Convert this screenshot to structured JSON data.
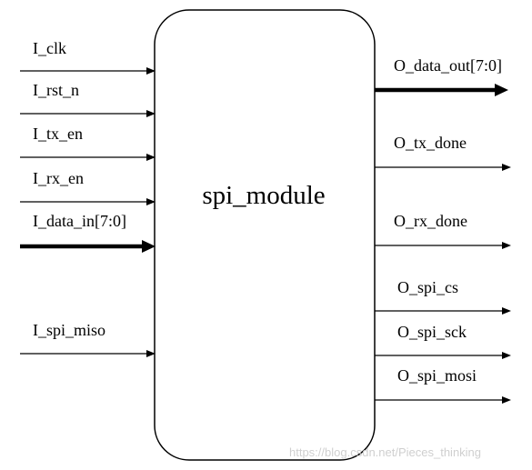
{
  "module": {
    "name": "spi_module"
  },
  "inputs": [
    {
      "label": "I_clk",
      "bus": false
    },
    {
      "label": "I_rst_n",
      "bus": false
    },
    {
      "label": "I_tx_en",
      "bus": false
    },
    {
      "label": "I_rx_en",
      "bus": false
    },
    {
      "label": "I_data_in[7:0]",
      "bus": true
    },
    {
      "label": "I_spi_miso",
      "bus": false
    }
  ],
  "outputs": [
    {
      "label": "O_data_out[7:0]",
      "bus": true
    },
    {
      "label": "O_tx_done",
      "bus": false
    },
    {
      "label": "O_rx_done",
      "bus": false
    },
    {
      "label": "O_spi_cs",
      "bus": false
    },
    {
      "label": "O_spi_sck",
      "bus": false
    },
    {
      "label": "O_spi_mosi",
      "bus": false
    }
  ],
  "watermark": "https://blog.csdn.net/Pieces_thinking",
  "colors": {
    "line": "#000000",
    "box_border": "#000000",
    "watermark": "#cfcfcf"
  }
}
